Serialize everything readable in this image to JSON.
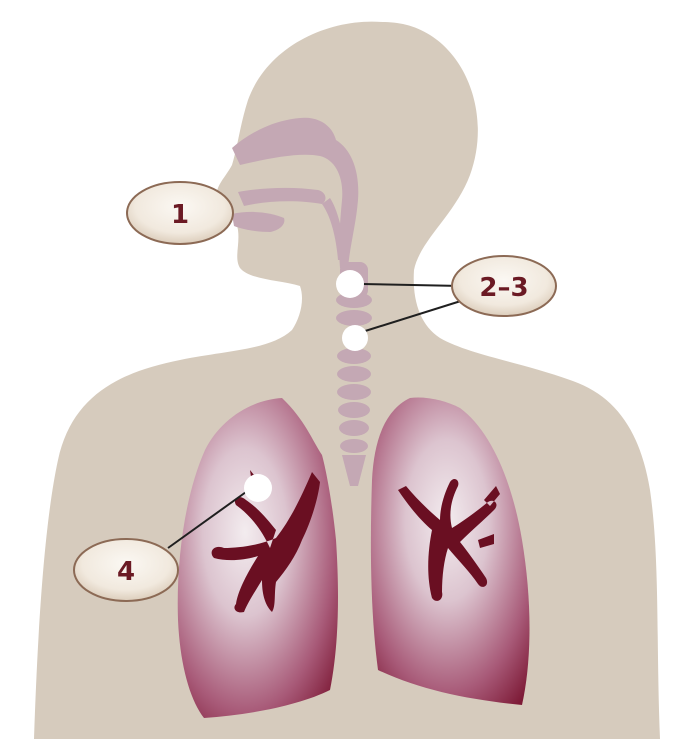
{
  "labels": {
    "label_1": "1",
    "label_2_3": "2–3",
    "label_4": "4"
  },
  "colors": {
    "body": "#d6cbbd",
    "airway": "#c4a8b4",
    "lung_light": "#f2eaee",
    "lung_dark": "#7d1a36",
    "bronchi": "#6a0f22",
    "label_text": "#6b1a24",
    "label_fill": "#f4eee5",
    "label_stroke": "#8c6a55",
    "leader_line": "#1f1f1f",
    "marker": "#ffffff"
  },
  "icons": {
    "marker_mouth": "target-marker-icon",
    "marker_throat": "target-marker-icon",
    "marker_bronchus": "target-marker-icon"
  }
}
